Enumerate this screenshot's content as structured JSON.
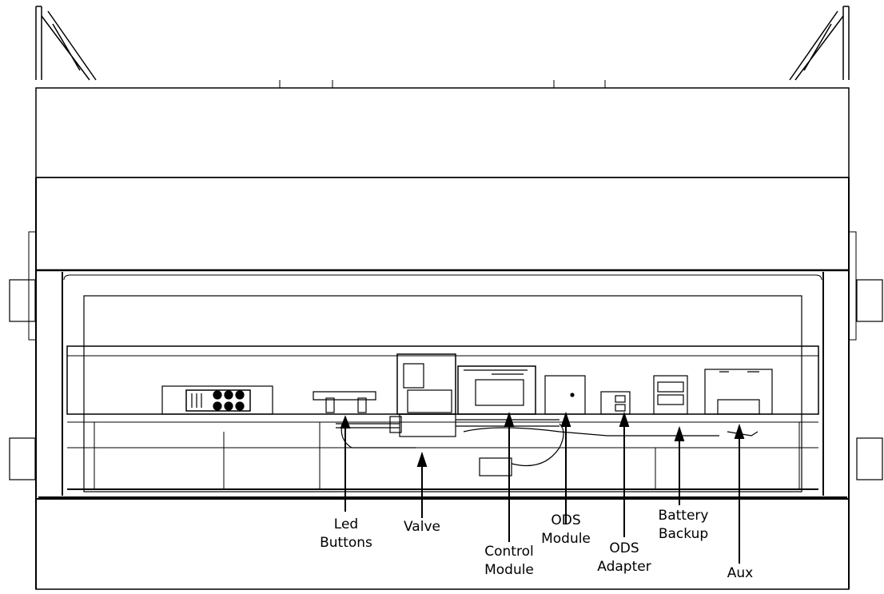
{
  "diagram": {
    "callouts": [
      {
        "id": "led-buttons",
        "lines": [
          "Led",
          "Buttons"
        ]
      },
      {
        "id": "valve",
        "lines": [
          "Valve"
        ]
      },
      {
        "id": "control-module",
        "lines": [
          "Control",
          "Module"
        ]
      },
      {
        "id": "ods-module",
        "lines": [
          "ODS",
          "Module"
        ]
      },
      {
        "id": "ods-adapter",
        "lines": [
          "ODS",
          "Adapter"
        ]
      },
      {
        "id": "battery-backup",
        "lines": [
          "Battery",
          "Backup"
        ]
      },
      {
        "id": "aux",
        "lines": [
          "Aux"
        ]
      }
    ]
  }
}
